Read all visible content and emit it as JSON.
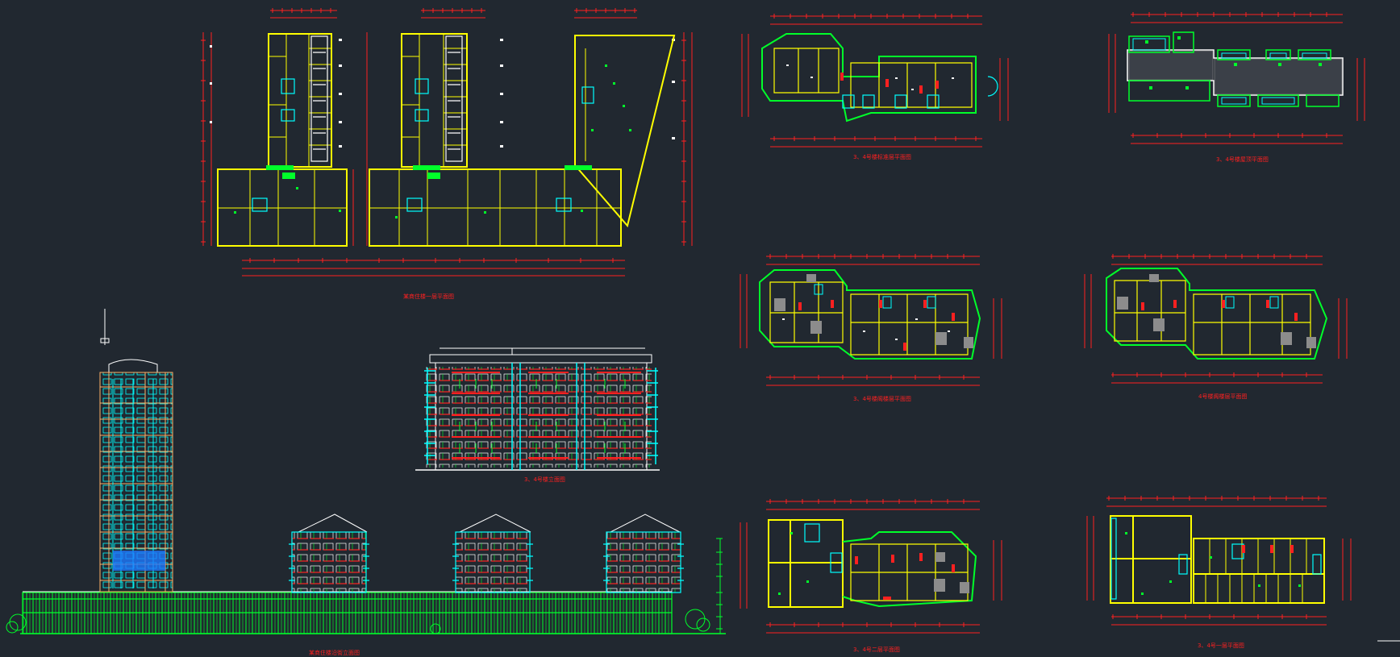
{
  "drawing": {
    "background": "#212830",
    "layer_colors": {
      "dimension": "#ff2020",
      "wall": "#ffff00",
      "outline_green": "#00ff2a",
      "cyan": "#00ffff",
      "white": "#ffffff",
      "grey": "#8c8c8c",
      "blue_glass": "#1e78ff",
      "orange": "#ffb066"
    },
    "sheets": [
      {
        "id": "first-floor-commercial-plan",
        "caption": "某商住楼一层平面图"
      },
      {
        "id": "standard-floor-plan-a",
        "caption": "3、4号楼标准层平面图"
      },
      {
        "id": "roof-plan",
        "caption": "3、4号楼屋顶平面图"
      },
      {
        "id": "attic-plan-a",
        "caption": "3、4号楼阁楼层平面图"
      },
      {
        "id": "attic-plan-b",
        "caption": "4号楼阁楼层平面图"
      },
      {
        "id": "residential-elevation",
        "caption": "3、4号楼立面图"
      },
      {
        "id": "second-floor-plan",
        "caption": "3、4号二层平面图"
      },
      {
        "id": "first-floor-plan",
        "caption": "3、4号一层平面图"
      },
      {
        "id": "street-elevation",
        "caption": "某商住楼沿街立面图"
      }
    ]
  }
}
